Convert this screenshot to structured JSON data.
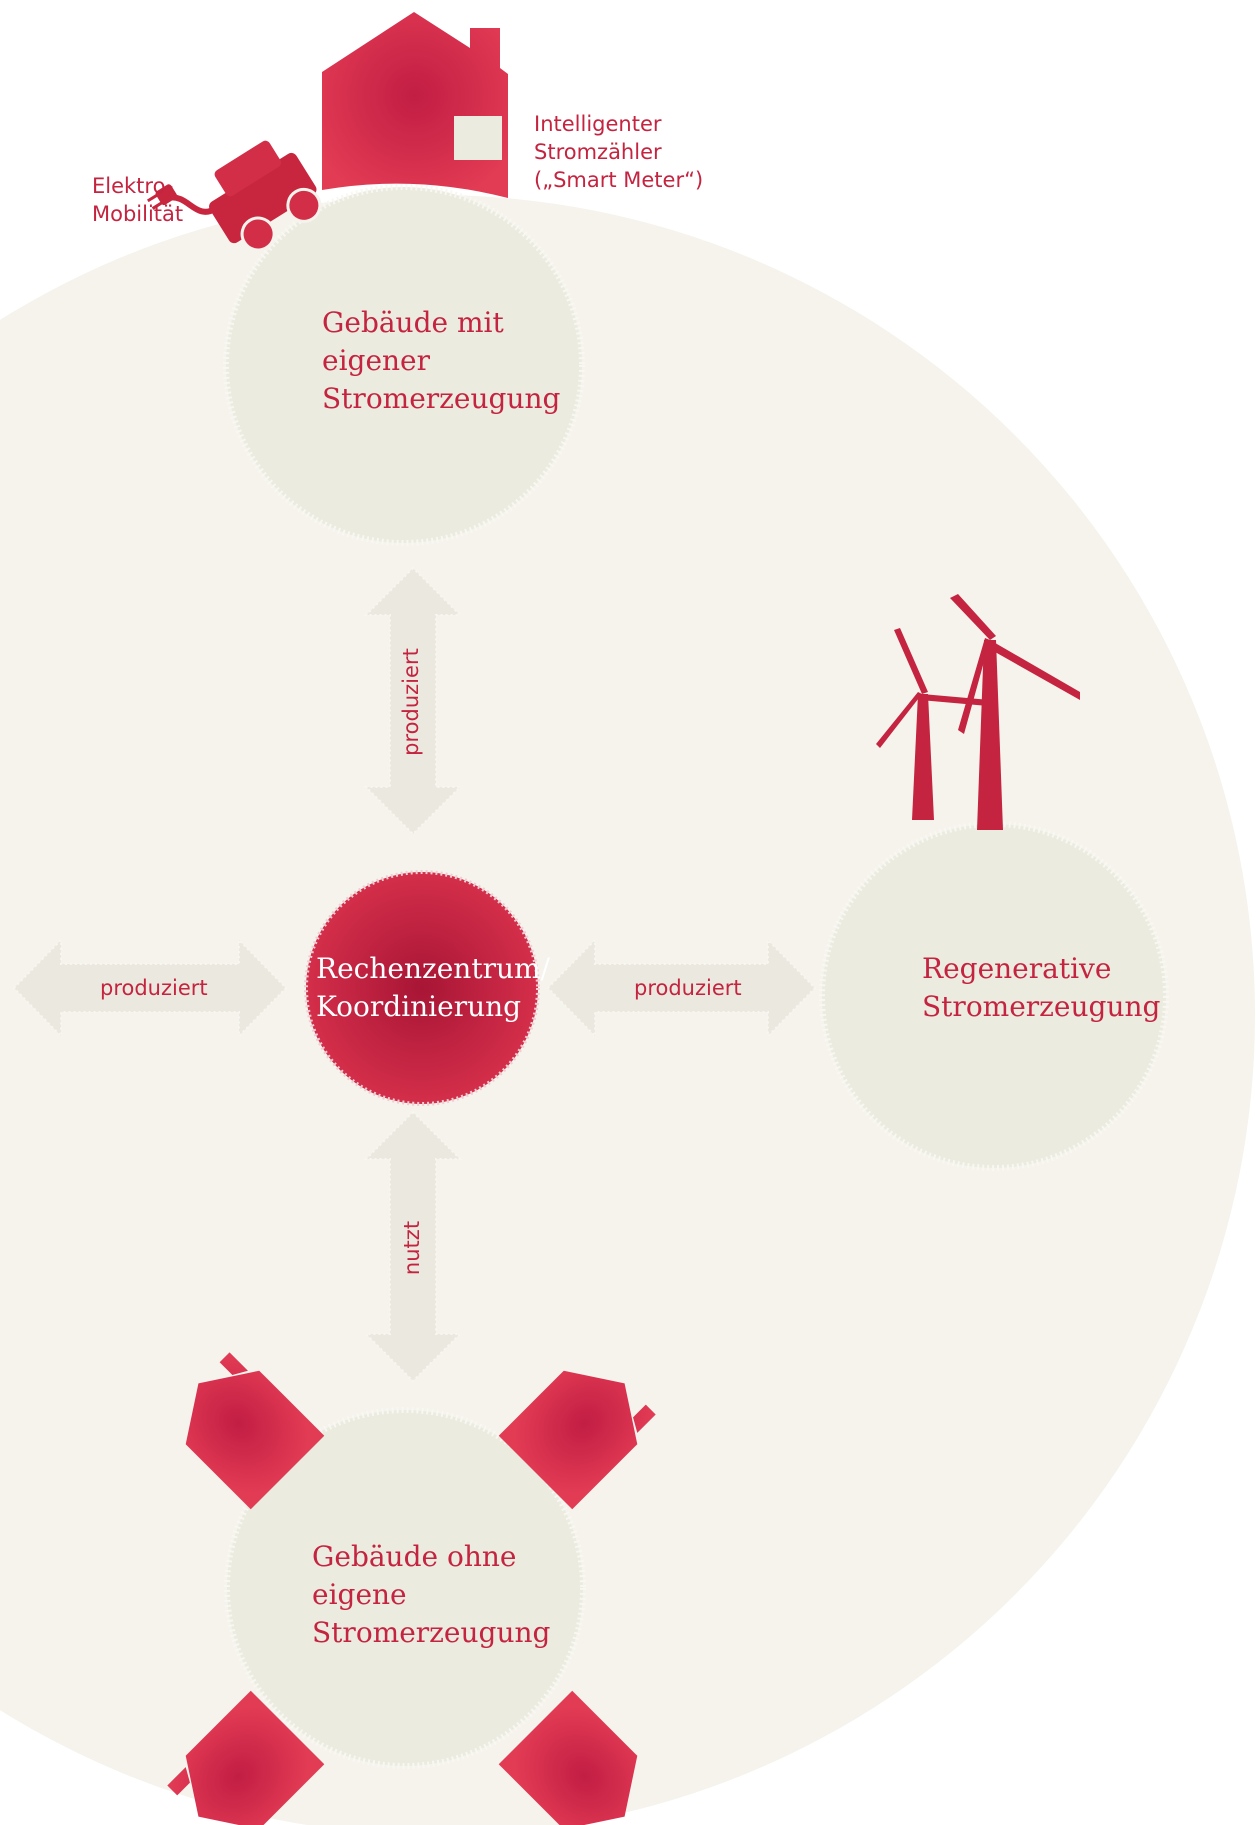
{
  "colors": {
    "background": "#ffffff",
    "big_circle": "#f5f3ec",
    "node_circle": "#ecebe0",
    "arrow": "#ebe9df",
    "accent_red": "#c4243f",
    "accent_red_light": "#e23b54",
    "text_red": "#c4243f",
    "text_white": "#ffffff"
  },
  "nodes": {
    "top": {
      "lines": [
        "Gebäude mit",
        "eigener",
        "Stromerzeugung"
      ]
    },
    "center": {
      "lines": [
        "Rechenzentrum/",
        "Koordinierung"
      ]
    },
    "right": {
      "lines": [
        "Regenerative",
        "Stromerzeugung"
      ]
    },
    "bottom": {
      "lines": [
        "Gebäude ohne",
        "eigene",
        "Stromerzeugung"
      ]
    }
  },
  "annotations": {
    "emobility": {
      "lines": [
        "Elektro-",
        "Mobilität"
      ],
      "icon": "electric-car-icon"
    },
    "smart_meter": {
      "lines": [
        "Intelligenter",
        "Stromzähler",
        "(„Smart Meter“)"
      ],
      "icon": "house-icon"
    },
    "wind": {
      "icon": "wind-turbine-icon"
    }
  },
  "arrows": {
    "top": {
      "label": "produziert"
    },
    "left": {
      "label": "produziert"
    },
    "right": {
      "label": "produziert"
    },
    "bottom": {
      "label": "nutzt"
    }
  }
}
